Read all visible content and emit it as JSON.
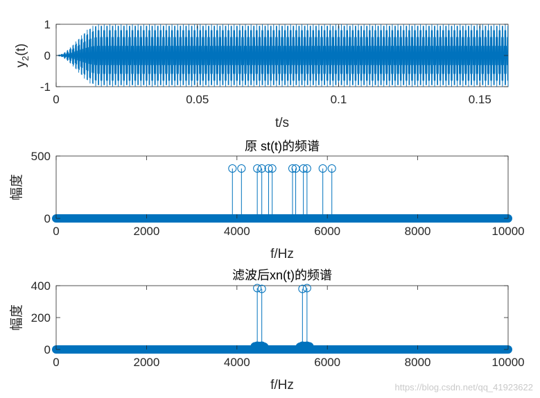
{
  "chart_data": [
    {
      "type": "line",
      "title": "",
      "xlabel": "t/s",
      "ylabel": "y₂(t)",
      "ylabel_base": "y",
      "ylabel_sub": "2",
      "ylabel_tail": "(t)",
      "xlim": [
        0,
        0.16
      ],
      "ylim": [
        -1,
        1
      ],
      "xticks": [
        0,
        0.05,
        0.1,
        0.15
      ],
      "xtick_labels": [
        "0",
        "0.05",
        "0.1",
        "0.15"
      ],
      "yticks": [
        -1,
        0,
        1
      ],
      "ytick_labels": [
        "-1",
        "0",
        "1"
      ],
      "series": [
        {
          "amplitude": 1,
          "components_hz": [
            4500,
            5500
          ],
          "onset_s": 0.015,
          "color": "#0072BD"
        }
      ]
    },
    {
      "type": "stem",
      "title": "原 st(t)的频谱",
      "xlabel": "f/Hz",
      "ylabel": "幅度",
      "xlim": [
        0,
        10000
      ],
      "ylim": [
        0,
        500
      ],
      "xticks": [
        0,
        2000,
        4000,
        6000,
        8000,
        10000
      ],
      "xtick_labels": [
        "0",
        "2000",
        "4000",
        "6000",
        "8000",
        "10000"
      ],
      "yticks": [
        0,
        500
      ],
      "ytick_labels": [
        "0",
        "500"
      ],
      "peaks": [
        {
          "x": 3900,
          "y": 400
        },
        {
          "x": 4100,
          "y": 400
        },
        {
          "x": 4450,
          "y": 400
        },
        {
          "x": 4550,
          "y": 400
        },
        {
          "x": 4700,
          "y": 400
        },
        {
          "x": 4780,
          "y": 400
        },
        {
          "x": 5230,
          "y": 400
        },
        {
          "x": 5300,
          "y": 400
        },
        {
          "x": 5470,
          "y": 400
        },
        {
          "x": 5550,
          "y": 400
        },
        {
          "x": 5900,
          "y": 400
        },
        {
          "x": 6100,
          "y": 400
        }
      ],
      "baseline_value": 0,
      "color": "#0072BD"
    },
    {
      "type": "stem",
      "title": "滤波后xn(t)的频谱",
      "xlabel": "f/Hz",
      "ylabel": "幅度",
      "xlim": [
        0,
        10000
      ],
      "ylim": [
        0,
        400
      ],
      "xticks": [
        0,
        2000,
        4000,
        6000,
        8000,
        10000
      ],
      "xtick_labels": [
        "0",
        "2000",
        "4000",
        "6000",
        "8000",
        "10000"
      ],
      "yticks": [
        0,
        200,
        400
      ],
      "ytick_labels": [
        "0",
        "200",
        "400"
      ],
      "peaks": [
        {
          "x": 4450,
          "y": 385
        },
        {
          "x": 4550,
          "y": 380
        },
        {
          "x": 5450,
          "y": 380
        },
        {
          "x": 5550,
          "y": 385
        }
      ],
      "skirts": [
        {
          "x": 4400,
          "y": 18
        },
        {
          "x": 4450,
          "y": 22
        },
        {
          "x": 4500,
          "y": 20
        },
        {
          "x": 4550,
          "y": 22
        },
        {
          "x": 4600,
          "y": 16
        },
        {
          "x": 5400,
          "y": 16
        },
        {
          "x": 5450,
          "y": 22
        },
        {
          "x": 5500,
          "y": 20
        },
        {
          "x": 5550,
          "y": 22
        },
        {
          "x": 5600,
          "y": 18
        }
      ],
      "baseline_value": 0,
      "color": "#0072BD"
    }
  ],
  "watermark": "https://blog.csdn.net/qq_41923622"
}
